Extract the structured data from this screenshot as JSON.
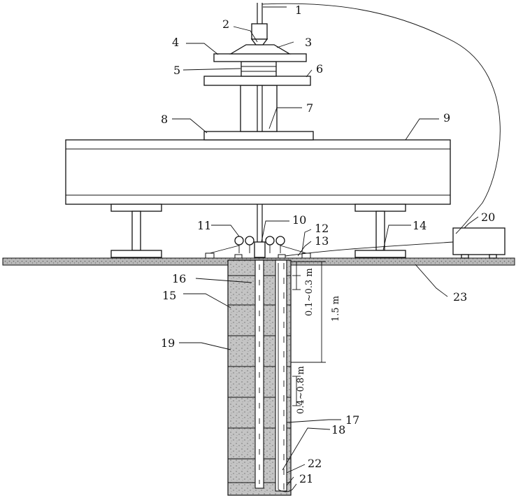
{
  "labels": [
    {
      "id": "l1",
      "text": "1"
    },
    {
      "id": "l2",
      "text": "2"
    },
    {
      "id": "l3",
      "text": "3"
    },
    {
      "id": "l4",
      "text": "4"
    },
    {
      "id": "l5",
      "text": "5"
    },
    {
      "id": "l6",
      "text": "6"
    },
    {
      "id": "l7",
      "text": "7"
    },
    {
      "id": "l8",
      "text": "8"
    },
    {
      "id": "l9",
      "text": "9"
    },
    {
      "id": "l10",
      "text": "10"
    },
    {
      "id": "l11",
      "text": "11"
    },
    {
      "id": "l12",
      "text": "12"
    },
    {
      "id": "l13",
      "text": "13"
    },
    {
      "id": "l14",
      "text": "14"
    },
    {
      "id": "l15",
      "text": "15"
    },
    {
      "id": "l16",
      "text": "16"
    },
    {
      "id": "l17",
      "text": "17"
    },
    {
      "id": "l18",
      "text": "18"
    },
    {
      "id": "l19",
      "text": "19"
    },
    {
      "id": "l20",
      "text": "20"
    },
    {
      "id": "l21",
      "text": "21"
    },
    {
      "id": "l22",
      "text": "22"
    },
    {
      "id": "l23",
      "text": "23"
    }
  ],
  "dimensions": {
    "top_spacing": "0.1~0.3 m",
    "depth": "1.5 m",
    "lower_spacing": "0.4~0.8 m"
  }
}
